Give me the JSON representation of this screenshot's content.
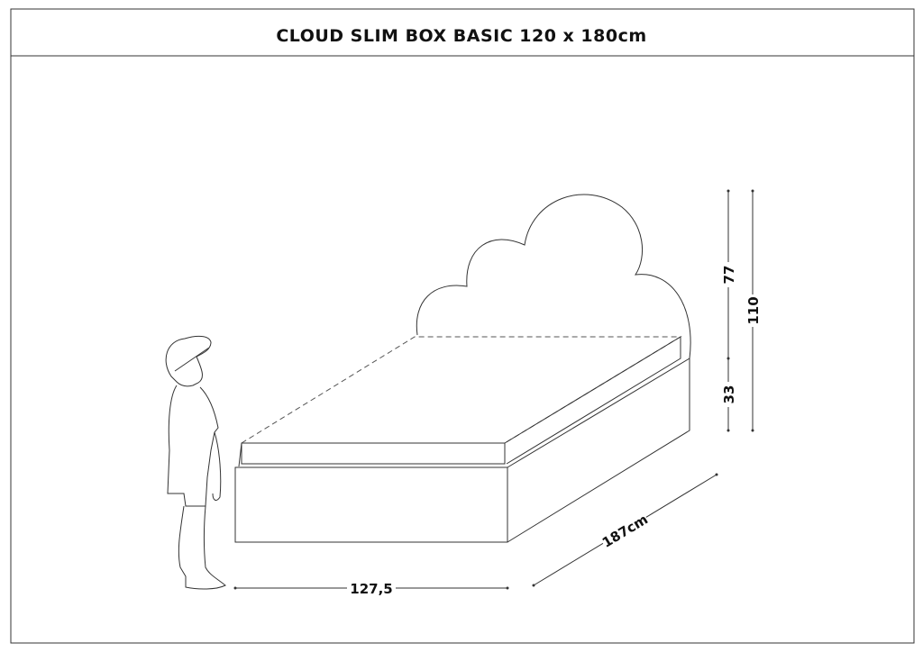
{
  "title": "CLOUD SLIM BOX BASIC 120 x 180cm",
  "dimensions": {
    "width": "127,5",
    "length": "187cm",
    "headboard_height": "77",
    "base_height": "33",
    "total_height": "110"
  }
}
